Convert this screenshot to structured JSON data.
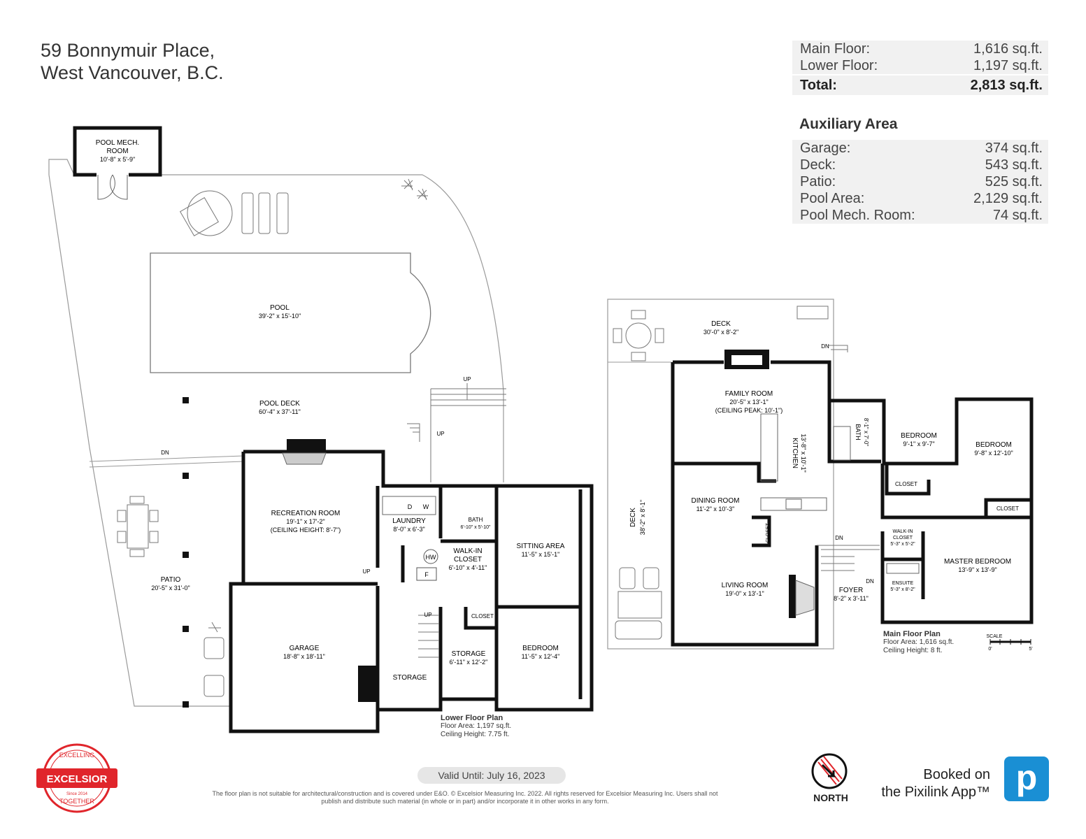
{
  "address": {
    "line1": "59 Bonnymuir Place,",
    "line2": "West Vancouver, B.C."
  },
  "areas": [
    {
      "label": "Main Floor:",
      "value": "1,616 sq.ft."
    },
    {
      "label": "Lower Floor:",
      "value": "1,197 sq.ft."
    },
    {
      "label": "Total:",
      "value": "2,813 sq.ft."
    }
  ],
  "auxiliary": {
    "title": "Auxiliary Area",
    "rows": [
      {
        "label": "Garage:",
        "value": "374 sq.ft."
      },
      {
        "label": "Deck:",
        "value": "543 sq.ft."
      },
      {
        "label": "Patio:",
        "value": "525 sq.ft."
      },
      {
        "label": "Pool Area:",
        "value": "2,129 sq.ft."
      },
      {
        "label": "Pool Mech. Room:",
        "value": "74 sq.ft."
      }
    ]
  },
  "lower_rooms": {
    "pool_mech": {
      "name": "POOL MECH.",
      "name2": "ROOM",
      "dim": "10'-8\" x 5'-9\""
    },
    "pool": {
      "name": "POOL",
      "dim": "39'-2\" x 15'-10\""
    },
    "pool_deck": {
      "name": "POOL DECK",
      "dim": "60'-4\" x 37'-11\""
    },
    "patio": {
      "name": "PATIO",
      "dim": "20'-5\" x 31'-0\""
    },
    "recreation": {
      "name": "RECREATION ROOM",
      "dim": "19'-1\" x 17'-2\"",
      "note": "(CEILING HEIGHT: 8'-7\")"
    },
    "laundry": {
      "name": "LAUNDRY",
      "dim": "8'-0\" x 6'-3\""
    },
    "bath": {
      "name": "BATH",
      "dim": "6'-10\" x 5'-10\""
    },
    "walkin": {
      "name": "WALK-IN",
      "name2": "CLOSET",
      "dim": "6'-10\" x 4'-11\""
    },
    "sitting": {
      "name": "SITTING AREA",
      "dim": "11'-5\" x 15'-1\""
    },
    "garage": {
      "name": "GARAGE",
      "dim": "18'-8\" x 18'-11\""
    },
    "storage1": {
      "name": "STORAGE"
    },
    "storage2": {
      "name": "STORAGE",
      "dim": "6'-11\" x 12'-2\""
    },
    "closet": {
      "name": "CLOSET"
    },
    "bedroom": {
      "name": "BEDROOM",
      "dim": "11'-5\" x 12'-4\""
    },
    "hw": "HW",
    "f": "F",
    "d": "D",
    "w": "W",
    "up": "UP",
    "dn": "DN"
  },
  "lower_caption": {
    "title": "Lower Floor Plan",
    "area": "Floor Area: 1,197 sq.ft.",
    "ceiling": "Ceiling Height: 7.75 ft."
  },
  "main_rooms": {
    "deck_top": {
      "name": "DECK",
      "dim": "30'-0\" x 8'-2\""
    },
    "deck_side": {
      "name": "DECK",
      "dim": "38'-2\" x 8'-1\""
    },
    "family": {
      "name": "FAMILY ROOM",
      "dim": "20'-5\" x 13'-1\"",
      "note": "(CEILING PEAK: 10'-1\")"
    },
    "kitchen": {
      "name": "KITCHEN",
      "dim": "13'-8\" x 10'-1\""
    },
    "bath": {
      "name": "BATH",
      "dim": "8'-1\" x 7'-0\""
    },
    "bedroom1": {
      "name": "BEDROOM",
      "dim": "9'-1\" x 9'-7\""
    },
    "bedroom2": {
      "name": "BEDROOM",
      "dim": "9'-8\" x 12'-10\""
    },
    "closet1": "CLOSET",
    "closet2": "CLOSET",
    "closet3": "CLOSET",
    "dining": {
      "name": "DINING ROOM",
      "dim": "11'-2\" x 10'-3\""
    },
    "walkin": {
      "name": "WALK-IN",
      "name2": "CLOSET",
      "dim": "5'-3\" x 5'-2\""
    },
    "master": {
      "name": "MASTER BEDROOM",
      "dim": "13'-9\" x 13'-9\""
    },
    "living": {
      "name": "LIVING ROOM",
      "dim": "19'-0\" x 13'-1\""
    },
    "foyer": {
      "name": "FOYER",
      "dim": "8'-2\" x 3'-11\""
    },
    "ensuite": {
      "name": "ENSUITE",
      "dim": "5'-3\" x 8'-2\""
    },
    "dn": "DN"
  },
  "main_caption": {
    "title": "Main Floor Plan",
    "area": "Floor Area: 1,616 sq.ft.",
    "ceiling": "Ceiling Height: 8 ft."
  },
  "scale": {
    "label": "SCALE",
    "zero": "0'",
    "five": "5'"
  },
  "valid": "Valid Until: July 16, 2023",
  "disclaimer": "The floor plan is not suitable for architectural/construction and is covered under E&O. © Excelsior Measuring Inc. 2022. All rights reserved for Excelsior Measuring Inc. Users shall not publish and distribute such material (in whole or in part) and/or incorporate it in other works in any form.",
  "logo": {
    "top": "EXCELLING",
    "name": "EXCELSIOR",
    "bottom": "TOGETHER",
    "since": "Since 2014"
  },
  "north": "NORTH",
  "booked": {
    "line1": "Booked on",
    "line2": "the Pixilink App™"
  },
  "app_letter": "p",
  "colors": {
    "wall": "#111111",
    "logo_red": "#e0252b",
    "app_blue": "#1a8fd4",
    "table_bg": "#f1f1f1"
  }
}
